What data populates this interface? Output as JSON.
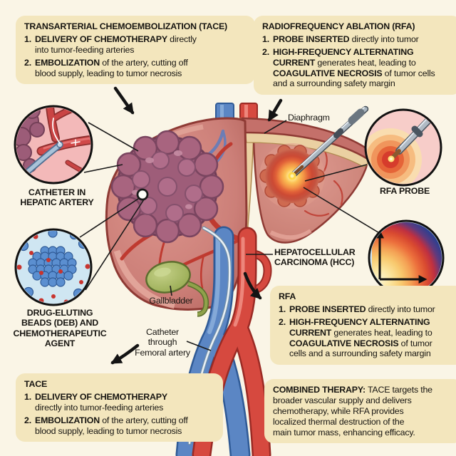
{
  "colors": {
    "background": "#faf5e6",
    "panel": "#f3e6bd",
    "artery_red": "#c8423a",
    "vein_blue": "#5b86c4",
    "tumor_purple": "#9e5d79",
    "liver_pink": "#cf827b",
    "diaphragm_tan": "#ead0a2",
    "gallbladder_green": "#9db050",
    "heat_orange": "#f08c3e",
    "heat_core_yellow": "#ffe894",
    "cold_blue": "#2e3f8f",
    "line_black": "#141414"
  },
  "boxes": {
    "tace_top": {
      "title": "TRANSARTERIAL CHEMOEMBOLIZATION (TACE)",
      "items": [
        {
          "num": "1.",
          "segments": [
            {
              "t": "DELIVERY OF CHEMOTHERAPY",
              "b": true
            },
            {
              "t": " directly\ninto tumor-feeding arteries",
              "b": false
            }
          ]
        },
        {
          "num": "2.",
          "segments": [
            {
              "t": "EMBOLIZATION",
              "b": true
            },
            {
              "t": " of the artery, cutting off\nblood supply, leading to tumor necrosis",
              "b": false
            }
          ]
        }
      ]
    },
    "rfa_top": {
      "title": "RADIOFREQUENCY ABLATION (RFA)",
      "items": [
        {
          "num": "1.",
          "segments": [
            {
              "t": "PROBE INSERTED",
              "b": true
            },
            {
              "t": " directly into tumor",
              "b": false
            }
          ]
        },
        {
          "num": "2.",
          "segments": [
            {
              "t": "HIGH-FREQUENCY ALTERNATING\nCURRENT",
              "b": true
            },
            {
              "t": " generates heat, leading to\n",
              "b": false
            },
            {
              "t": "COAGULATIVE NECROSIS",
              "b": true
            },
            {
              "t": " of tumor cells\nand a surrounding safety margin",
              "b": false
            }
          ]
        }
      ]
    },
    "rfa_mid": {
      "title": "RFA",
      "items": [
        {
          "num": "1.",
          "segments": [
            {
              "t": "PROBE INSERTED",
              "b": true
            },
            {
              "t": " directly into tumor",
              "b": false
            }
          ]
        },
        {
          "num": "2.",
          "segments": [
            {
              "t": "HIGH-FREQUENCY ALTERNATING\nCURRENT",
              "b": true
            },
            {
              "t": " generates heat, leading to\n",
              "b": false
            },
            {
              "t": "COAGULATIVE NECROSIS",
              "b": true
            },
            {
              "t": " of tumor\ncells and a surrounding safety margin",
              "b": false
            }
          ]
        }
      ]
    },
    "tace_bottom": {
      "title": "TACE",
      "items": [
        {
          "num": "1.",
          "segments": [
            {
              "t": "DELIVERY OF CHEMOTHERAPY",
              "b": true
            },
            {
              "t": "\ndirectly into tumor-feeding arteries",
              "b": false
            }
          ]
        },
        {
          "num": "2.",
          "segments": [
            {
              "t": "EMBOLIZATION",
              "b": true
            },
            {
              "t": " of the artery, cutting off\nblood supply, leading to tumor necrosis",
              "b": false
            }
          ]
        }
      ]
    },
    "combined": {
      "segments": [
        {
          "t": "COMBINED THERAPY:",
          "b": true
        },
        {
          "t": " TACE targets the\nbroader vascular supply and delivers\nchemotherapy, while RFA provides\nlocalized thermal destruction of the\nmain tumor mass, enhancing efficacy.",
          "b": false
        }
      ]
    }
  },
  "insets": {
    "catheter": {
      "label": "CATHETER IN\nHEPATIC ARTERY"
    },
    "beads": {
      "label": "DRUG-ELUTING\nBEADS (DEB) AND\nCHEMOTHERAPEUTIC\nAGENT"
    },
    "probe": {
      "label": "RFA PROBE"
    }
  },
  "anatomy_labels": {
    "diaphragm": "Diaphragm",
    "gallbladder": "Gallbladder",
    "femoral": "Catheter\nthrough\nFemoral artery",
    "hcc": "HEPATOCELLULAR\nCARCINOMA (HCC)"
  }
}
